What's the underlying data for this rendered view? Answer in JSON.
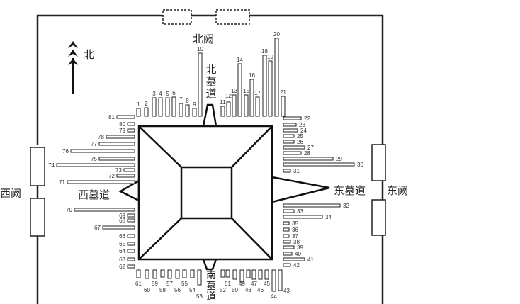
{
  "labels": {
    "north_que": "北阙",
    "north_path": "北墓道",
    "east_path": "东墓道",
    "east_que": "东阙",
    "west_que": "西阙",
    "west_path": "西墓道",
    "south_path": "南墓道",
    "north_arrow": "北"
  },
  "pits": {
    "north": [
      "1",
      "2",
      "3",
      "4",
      "5",
      "6",
      "7",
      "8",
      "9",
      "10",
      "11",
      "12",
      "13",
      "14",
      "15",
      "16",
      "17",
      "18",
      "19",
      "20",
      "21"
    ],
    "east": [
      "22",
      "23",
      "24",
      "25",
      "26",
      "27",
      "28",
      "29",
      "30",
      "31",
      "32",
      "33",
      "34",
      "35",
      "36",
      "37",
      "38",
      "39",
      "40",
      "41",
      "42"
    ],
    "south": [
      "43",
      "44",
      "45",
      "46",
      "47",
      "48",
      "49",
      "50",
      "51",
      "52",
      "53",
      "54",
      "55",
      "56",
      "57",
      "58",
      "59",
      "60",
      "61"
    ],
    "west": [
      "62",
      "63",
      "64",
      "65",
      "66",
      "67",
      "68",
      "69",
      "70",
      "71",
      "72",
      "73",
      "74",
      "75",
      "76",
      "77",
      "78",
      "79",
      "80",
      "81"
    ]
  }
}
